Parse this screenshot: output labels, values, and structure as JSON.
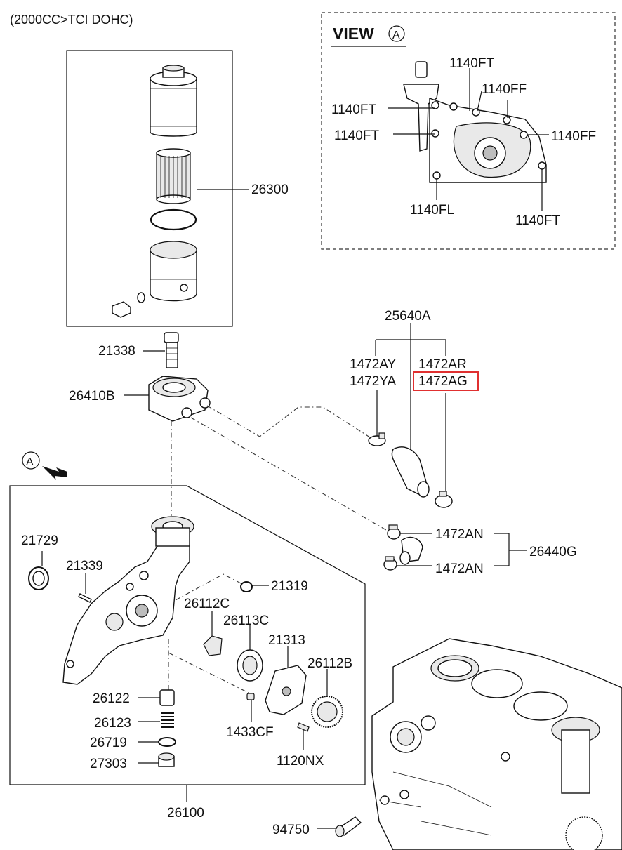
{
  "header": "(2000CC>TCI DOHC)",
  "view": {
    "title": "VIEW",
    "marker": "A",
    "callouts": {
      "ft_top": "1140FT",
      "ff_top": "1140FF",
      "ft_left1": "1140FT",
      "ft_left2": "1140FT",
      "ff_right": "1140FF",
      "fl_bottom": "1140FL",
      "ft_bottom": "1140FT"
    }
  },
  "view_arrow_marker": "A",
  "highlight_color": "#e03030",
  "highlighted_part": "1472AG",
  "parts": {
    "p26300": "26300",
    "p21338": "21338",
    "p26410B": "26410B",
    "p25640A": "25640A",
    "p1472AY": "1472AY",
    "p1472YA": "1472YA",
    "p1472AR": "1472AR",
    "p1472AG": "1472AG",
    "p1472AN_1": "1472AN",
    "p1472AN_2": "1472AN",
    "p26440G": "26440G",
    "p21729": "21729",
    "p21339": "21339",
    "p21319": "21319",
    "p26112C": "26112C",
    "p26113C": "26113C",
    "p21313": "21313",
    "p26112B": "26112B",
    "p26122": "26122",
    "p26123": "26123",
    "p26719": "26719",
    "p27303": "27303",
    "p1433CF": "1433CF",
    "p1120NX": "1120NX",
    "p26100": "26100",
    "p94750": "94750"
  }
}
